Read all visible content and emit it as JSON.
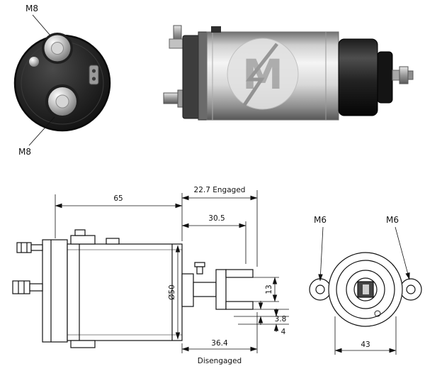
{
  "image": {
    "background": "#ffffff",
    "line_color": "#111111"
  },
  "photo_end_view": {
    "label_top": "M8",
    "label_bottom": "M8"
  },
  "photo_side_view": {
    "watermark_letter": "M"
  },
  "side_drawing": {
    "dim_body_length": "65",
    "dim_engaged": "22.7 Engaged",
    "dim_stroke_mid": "30.5",
    "dim_diameter": "Ø50",
    "dim_fork_gap": "13",
    "dim_step_a": "3.8",
    "dim_step_b": "4",
    "dim_disengaged_len": "36.4",
    "label_disengaged": "Disengaged"
  },
  "end_drawing": {
    "label_m6_left": "M6",
    "label_m6_right": "M6",
    "dim_hole_span": "43"
  }
}
